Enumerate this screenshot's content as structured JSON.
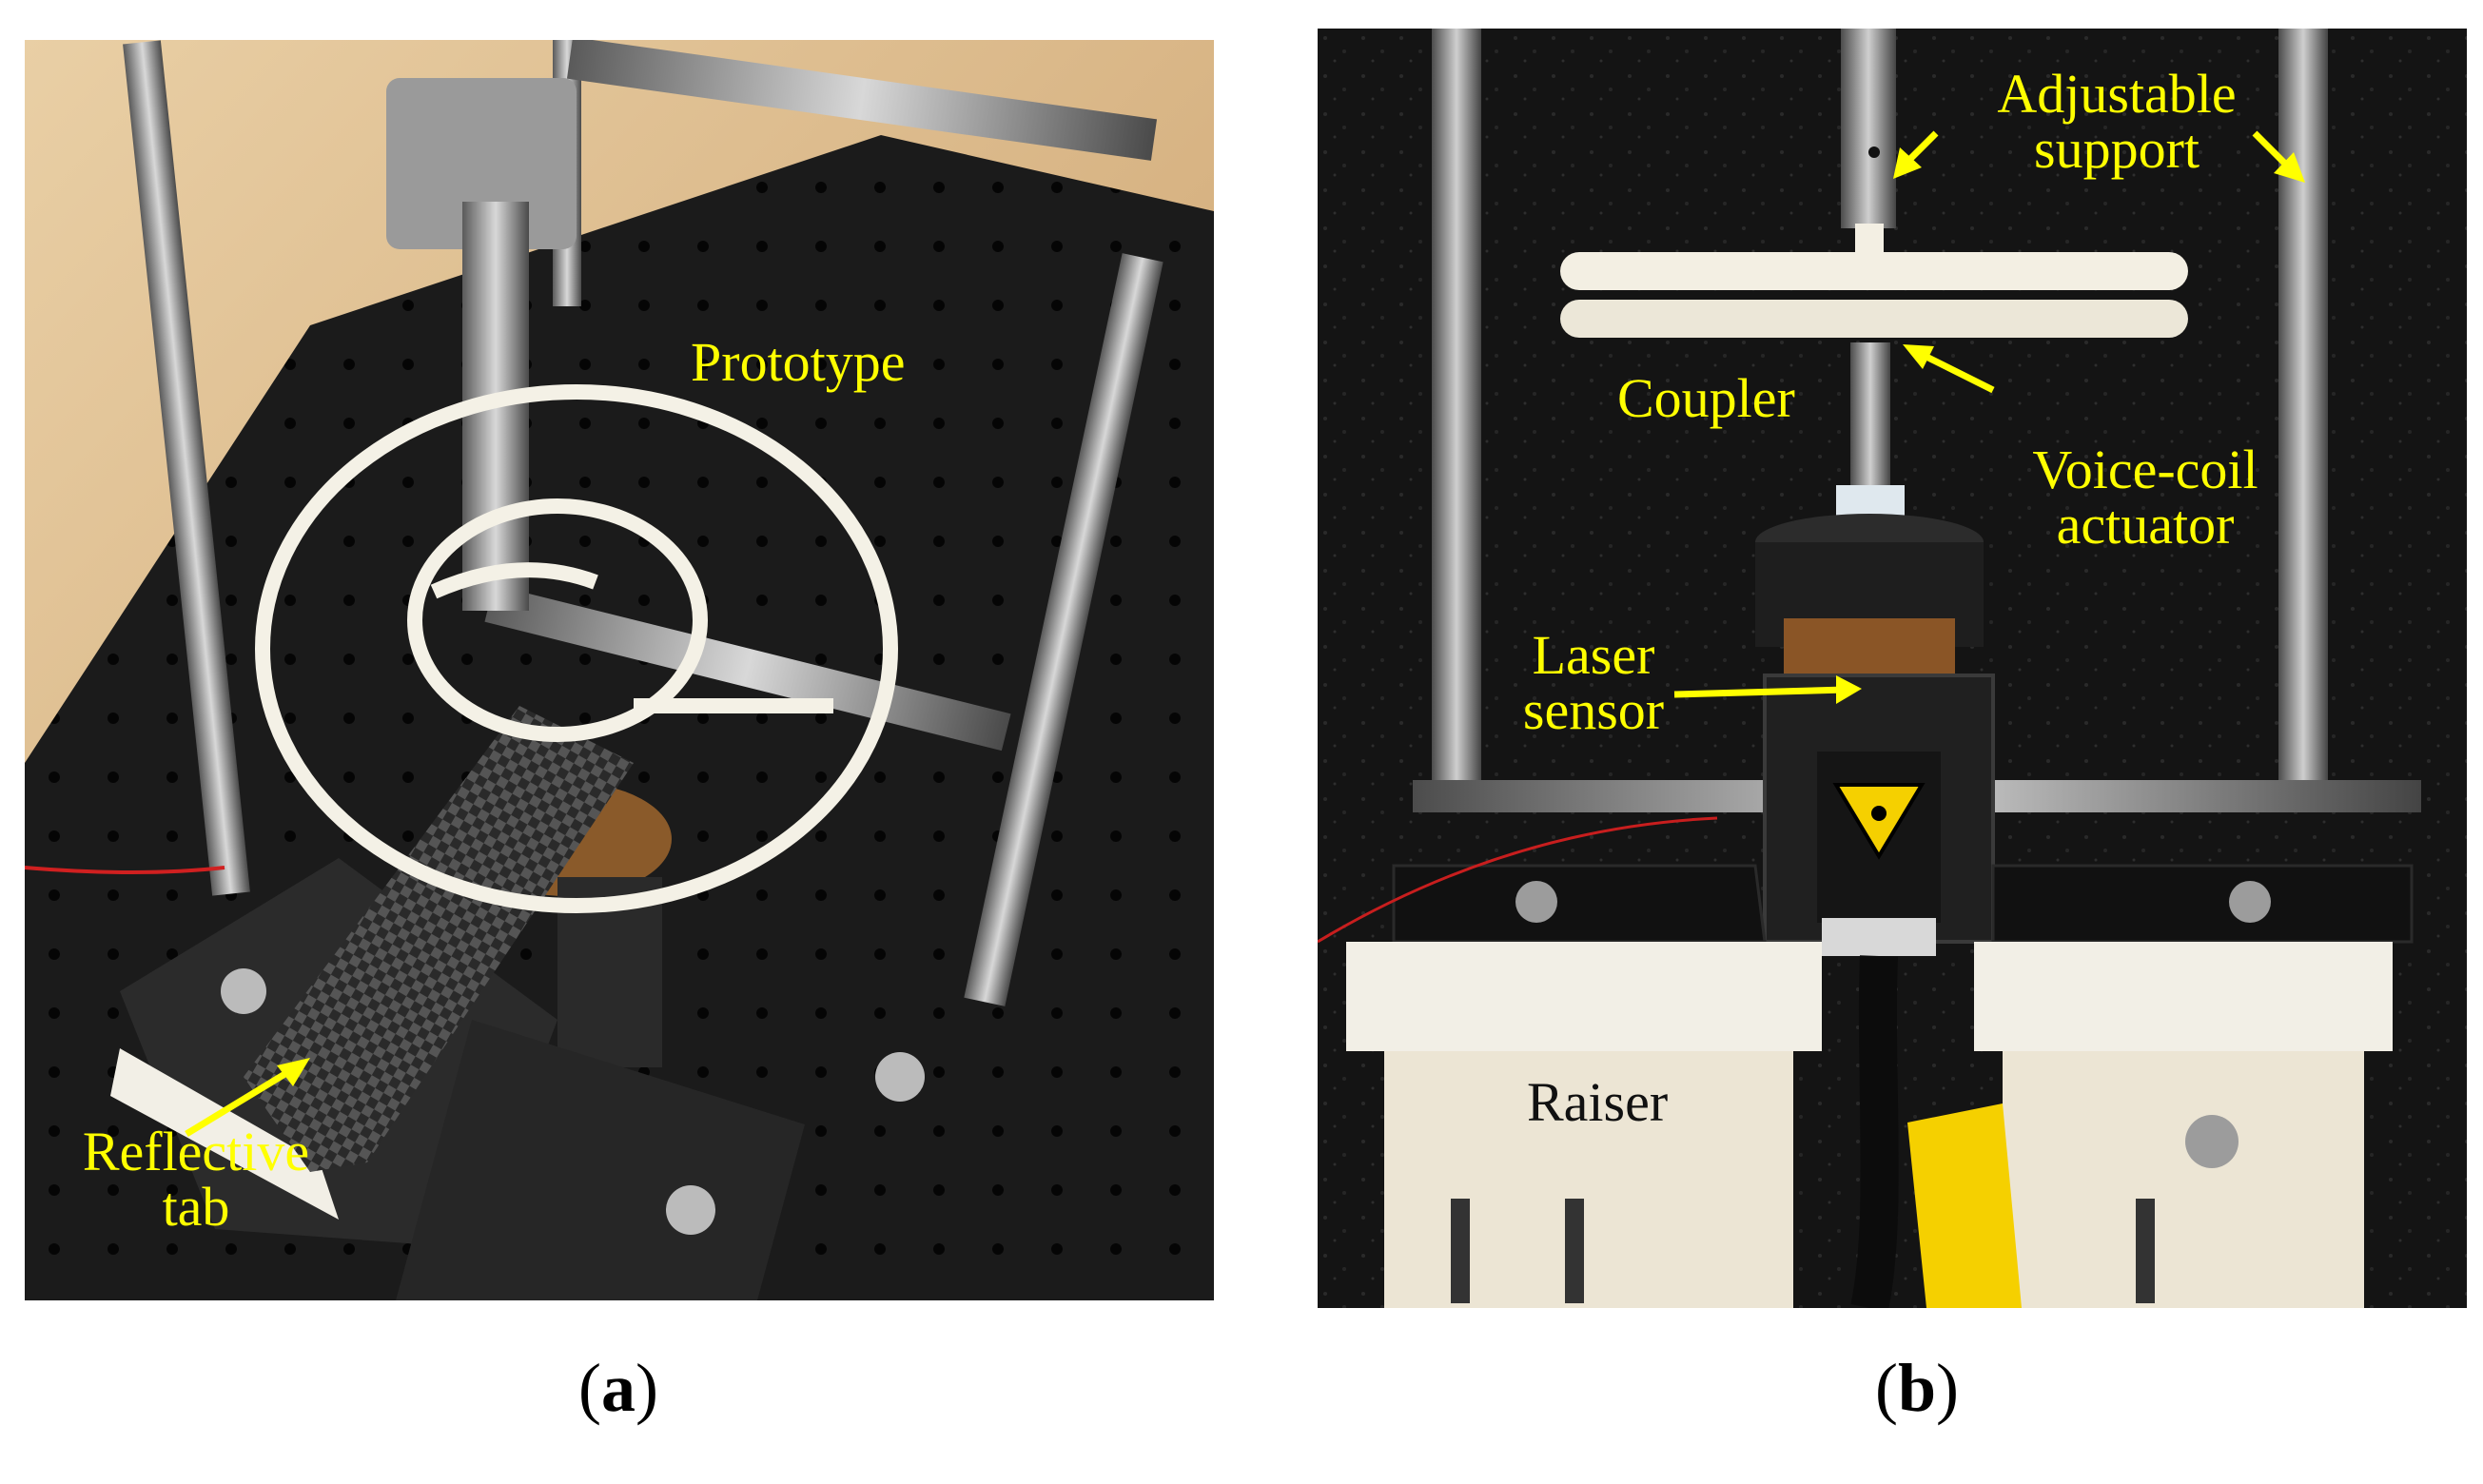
{
  "panels": {
    "a": {
      "caption_open": "(",
      "caption_letter": "a",
      "caption_close": ")",
      "labels": {
        "prototype": "Prototype",
        "reflective_tab_line1": "Reflective",
        "reflective_tab_line2": "tab"
      }
    },
    "b": {
      "caption_open": "(",
      "caption_letter": "b",
      "caption_close": ")",
      "labels": {
        "adjustable_support_line1": "Adjustable",
        "adjustable_support_line2": "support",
        "coupler": "Coupler",
        "voice_coil_line1": "Voice-coil",
        "voice_coil_line2": "actuator",
        "laser_sensor_line1": "Laser",
        "laser_sensor_line2": "sensor",
        "raiser": "Raiser"
      }
    }
  },
  "colors": {
    "annotation": "#ffff00",
    "caption": "#000000",
    "background": "#ffffff"
  }
}
